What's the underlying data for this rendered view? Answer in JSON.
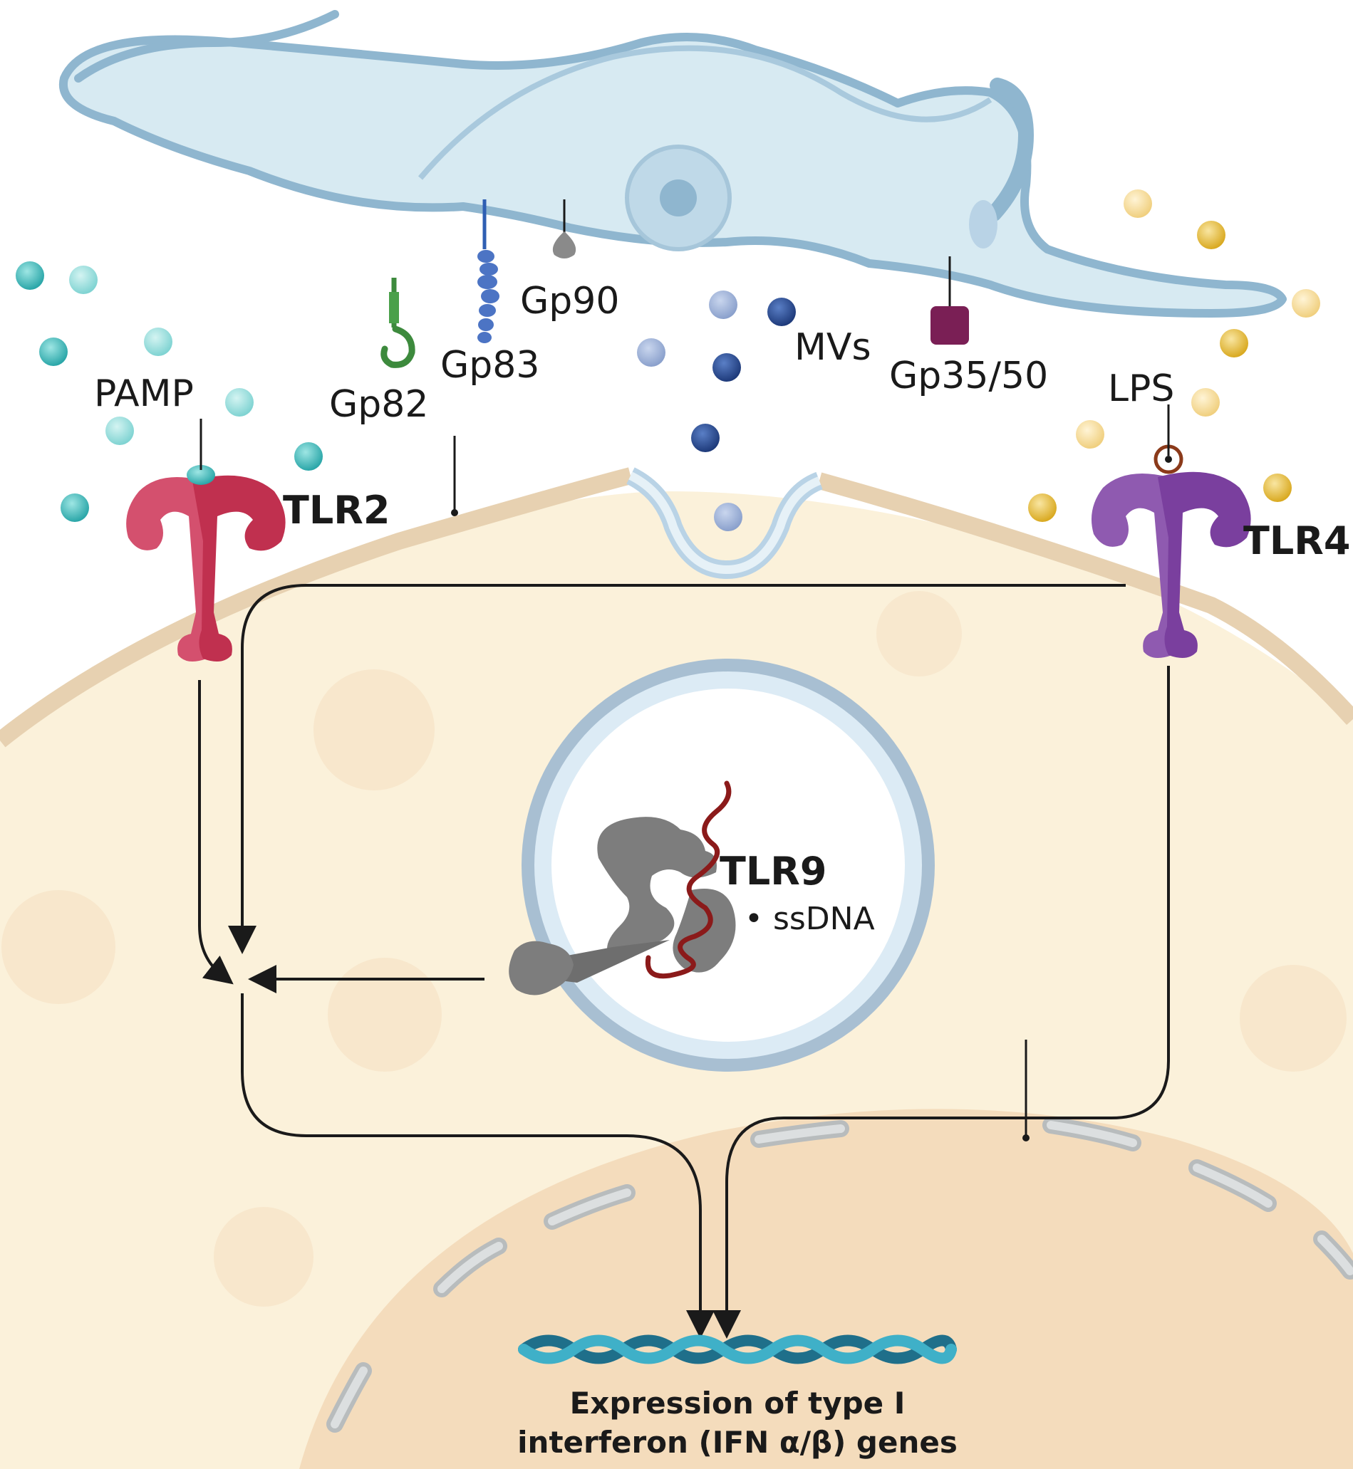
{
  "labels": {
    "gp90": "Gp90",
    "gp83": "Gp83",
    "gp82": "Gp82",
    "mvs": "MVs",
    "gp35_50": "Gp35/50",
    "pamp": "PAMP",
    "lps": "LPS",
    "tlr2": "TLR2",
    "tlr4": "TLR4",
    "tlr9": "TLR9",
    "ssdna": "• ssDNA",
    "caption_line1": "Expression of type I",
    "caption_line2": "interferon (IFN α/β) genes"
  },
  "colors": {
    "parasite_fill": "#d7eaf2",
    "parasite_stroke": "#8fb6cf",
    "cell_fill": "#fbf1da",
    "membrane": "#e7d1b1",
    "nucleus_fill": "#f5dfc0",
    "tlr2": "#d4506e",
    "tlr4": "#8a4ea8",
    "tlr9": "#7a7a7a",
    "pamp_particles": "#3bb8b8",
    "lps_particles": "#e8c048",
    "mv_particles": "#2a4a8c",
    "dna_strand": "#2a8fa8",
    "ssdna": "#8b1a1a",
    "arrow": "#1a1a1a"
  }
}
